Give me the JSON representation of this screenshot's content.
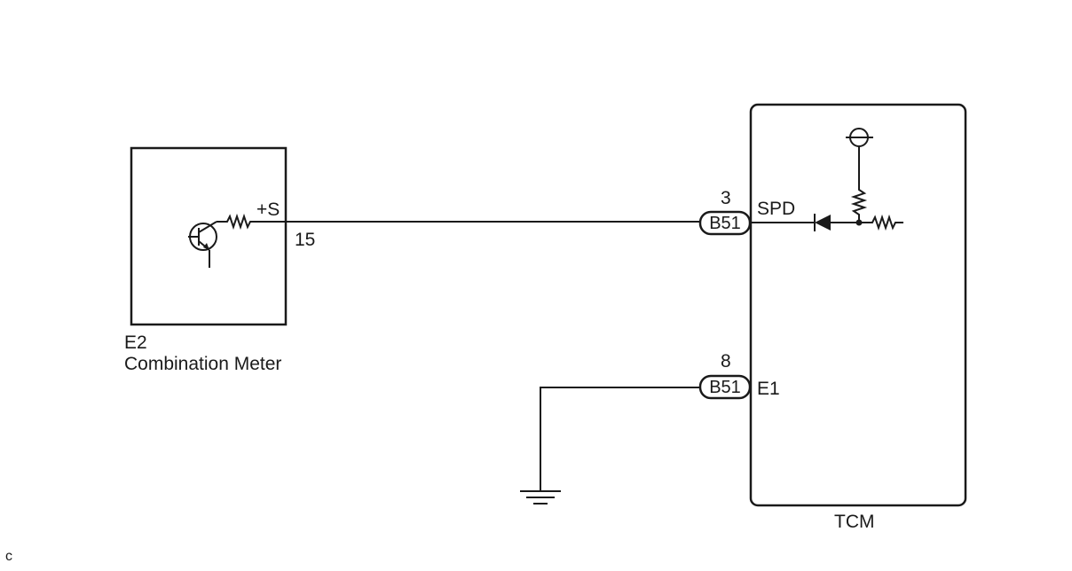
{
  "combination_meter": {
    "code": "E2",
    "name": "Combination Meter",
    "terminal_name": "+S",
    "terminal_number": "15"
  },
  "tcm": {
    "name": "TCM",
    "spd": {
      "terminal_name": "SPD",
      "pin": "3",
      "connector": "B51"
    },
    "e1": {
      "terminal_name": "E1",
      "pin": "8",
      "connector": "B51"
    }
  },
  "corner_mark": "c"
}
